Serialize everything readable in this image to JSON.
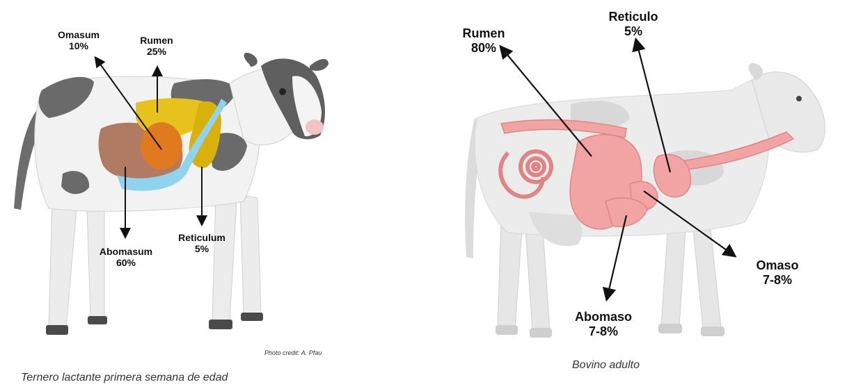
{
  "calf": {
    "labels": {
      "omasum": {
        "name": "Omasum",
        "value": "10%"
      },
      "rumen": {
        "name": "Rumen",
        "value": "25%"
      },
      "reticulum": {
        "name": "Reticulum",
        "value": "5%"
      },
      "abomasum": {
        "name": "Abomasum",
        "value": "60%"
      }
    },
    "credit": "Photo credit:  A. Pfau",
    "caption": "Ternero lactante primera semana de edad",
    "colors": {
      "rumen": "#E8C21C",
      "omasum": "#E07A1E",
      "abomasum": "#B07A63",
      "reticulum": "#D9B10E",
      "esophageal_groove": "#8FD3EE"
    }
  },
  "cow": {
    "labels": {
      "rumen": {
        "name": "Rumen",
        "value": "80%"
      },
      "reticulo": {
        "name": "Reticulo",
        "value": "5%"
      },
      "omaso": {
        "name": "Omaso",
        "value": "7-8%"
      },
      "abomaso": {
        "name": "Abomaso",
        "value": "7-8%"
      }
    },
    "caption": "Bovino adulto",
    "colors": {
      "digestive_tract": "#F2A3A3"
    }
  }
}
